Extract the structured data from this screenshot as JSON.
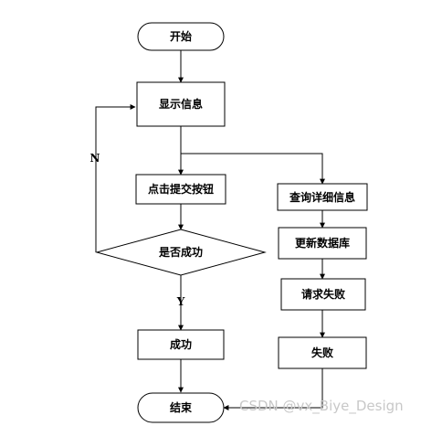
{
  "nodes": {
    "start": "开始",
    "show_info": "显示信息",
    "click_submit": "点击提交按钮",
    "is_success": "是否成功",
    "success": "成功",
    "end": "结束",
    "query_detail": "查询详细信息",
    "update_db": "更新数据库",
    "request_fail": "请求失败",
    "fail": "失败"
  },
  "edges": {
    "no_label": "N",
    "yes_label": "Y"
  },
  "watermark": "CSDN @vx_Biye_Design"
}
